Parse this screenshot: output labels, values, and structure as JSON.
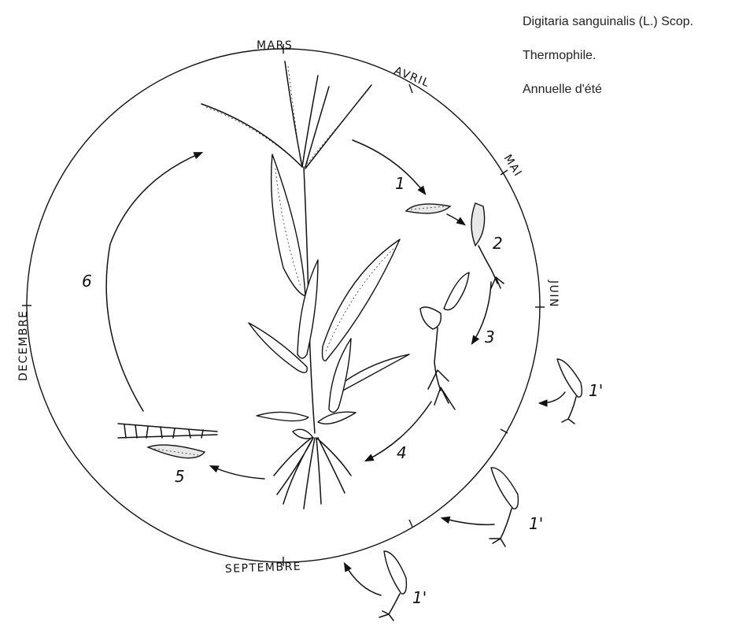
{
  "header": {
    "species": "Digitaria sanguinalis (L.) Scop.",
    "trait": "Thermophile.",
    "cycle_type": "Annuelle d'été"
  },
  "months": {
    "mars": "MARS",
    "avril": "AVRIL",
    "mai": "MAI",
    "juin": "JUIN",
    "septembre": "SEPTEMBRE",
    "decembre": "DECEMBRE"
  },
  "stages": {
    "s1": "1",
    "s2": "2",
    "s3": "3",
    "s4": "4",
    "s5": "5",
    "s6": "6",
    "s1p_a": "1'",
    "s1p_b": "1'",
    "s1p_c": "1'"
  }
}
